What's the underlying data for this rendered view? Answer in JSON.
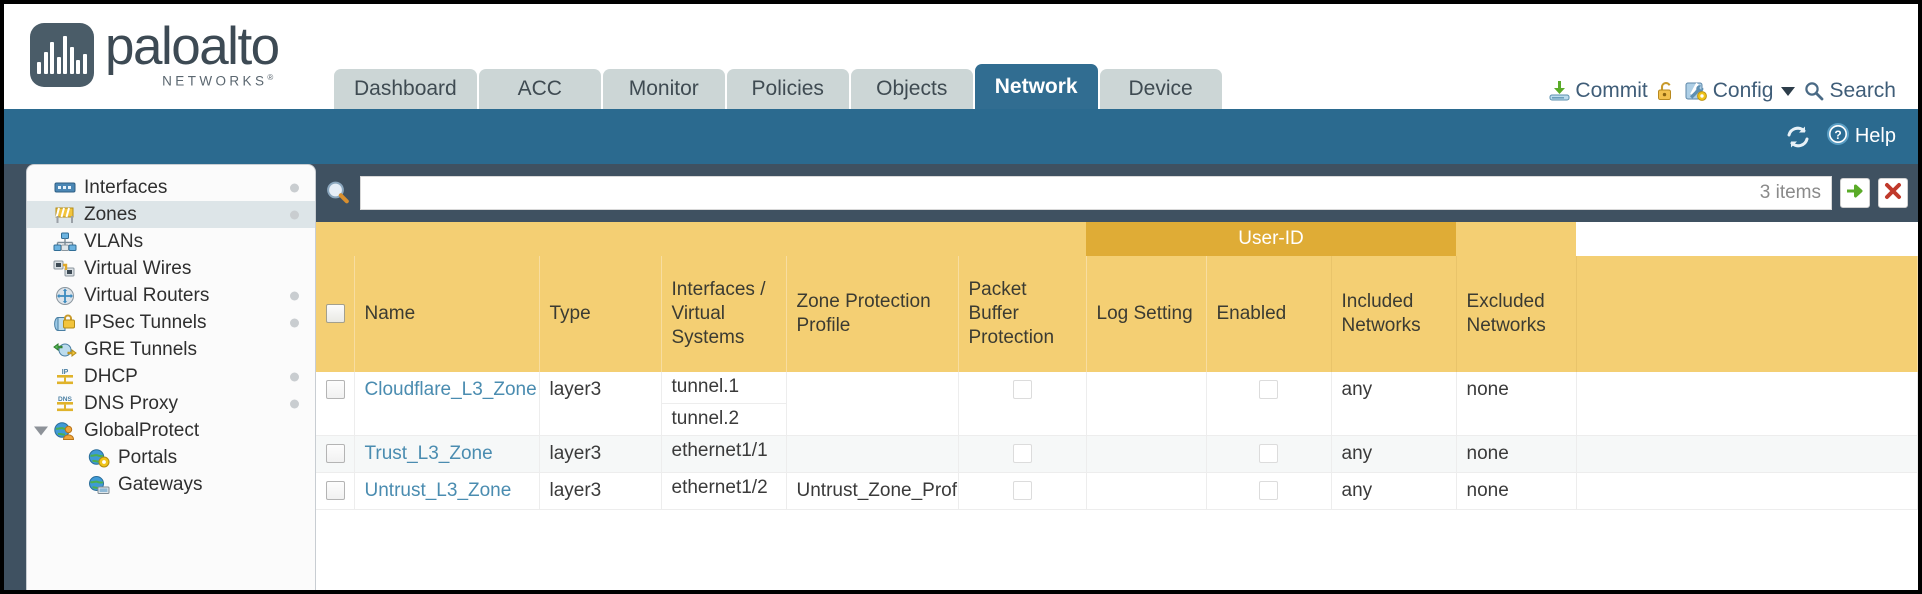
{
  "brand": {
    "name": "paloalto",
    "sub": "NETWORKS",
    "sub_mark": "®",
    "logo_icon": "paloalto-logo-icon"
  },
  "tabs": [
    {
      "label": "Dashboard",
      "active": false
    },
    {
      "label": "ACC",
      "active": false
    },
    {
      "label": "Monitor",
      "active": false
    },
    {
      "label": "Policies",
      "active": false
    },
    {
      "label": "Objects",
      "active": false
    },
    {
      "label": "Network",
      "active": true
    },
    {
      "label": "Device",
      "active": false
    }
  ],
  "top_actions": {
    "commit": {
      "label": "Commit",
      "icon": "commit-icon"
    },
    "lock": {
      "label": "",
      "icon": "lock-icon"
    },
    "config": {
      "label": "Config",
      "icon": "config-icon",
      "caret": "chevron-down-icon"
    },
    "search": {
      "label": "Search",
      "icon": "search-icon"
    }
  },
  "bluebar": {
    "refresh_icon": "refresh-icon",
    "help_icon": "help-icon",
    "help_label": "Help"
  },
  "sidebar": {
    "items": [
      {
        "label": "Interfaces",
        "icon": "interfaces-icon",
        "selected": false,
        "dot": true,
        "child": false,
        "twisty": false
      },
      {
        "label": "Zones",
        "icon": "zones-icon",
        "selected": true,
        "dot": true,
        "child": false,
        "twisty": false
      },
      {
        "label": "VLANs",
        "icon": "vlans-icon",
        "selected": false,
        "dot": false,
        "child": false,
        "twisty": false
      },
      {
        "label": "Virtual Wires",
        "icon": "virtual-wires-icon",
        "selected": false,
        "dot": false,
        "child": false,
        "twisty": false
      },
      {
        "label": "Virtual Routers",
        "icon": "virtual-routers-icon",
        "selected": false,
        "dot": true,
        "child": false,
        "twisty": false
      },
      {
        "label": "IPSec Tunnels",
        "icon": "ipsec-tunnels-icon",
        "selected": false,
        "dot": true,
        "child": false,
        "twisty": false
      },
      {
        "label": "GRE Tunnels",
        "icon": "gre-tunnels-icon",
        "selected": false,
        "dot": false,
        "child": false,
        "twisty": false
      },
      {
        "label": "DHCP",
        "icon": "dhcp-icon",
        "selected": false,
        "dot": true,
        "child": false,
        "twisty": false
      },
      {
        "label": "DNS Proxy",
        "icon": "dns-proxy-icon",
        "selected": false,
        "dot": true,
        "child": false,
        "twisty": false
      },
      {
        "label": "GlobalProtect",
        "icon": "globalprotect-icon",
        "selected": false,
        "dot": false,
        "child": false,
        "twisty": true
      },
      {
        "label": "Portals",
        "icon": "portals-icon",
        "selected": false,
        "dot": false,
        "child": true,
        "twisty": false
      },
      {
        "label": "Gateways",
        "icon": "gateways-icon",
        "selected": false,
        "dot": false,
        "child": true,
        "twisty": false
      }
    ]
  },
  "search": {
    "icon": "search-icon",
    "value": "",
    "placeholder": "",
    "item_count": "3 items",
    "apply_icon": "apply-arrow-icon",
    "clear_icon": "clear-x-icon"
  },
  "table": {
    "group_header": {
      "label": "User-ID",
      "span": 3
    },
    "columns": [
      "Name",
      "Type",
      "Interfaces / Virtual Systems",
      "Zone Protection Profile",
      "Packet Buffer Protection",
      "Log Setting",
      "Enabled",
      "Included Networks",
      "Excluded Networks"
    ],
    "rows": [
      {
        "selected": false,
        "name": "Cloudflare_L3_Zone",
        "type": "layer3",
        "interfaces": [
          "tunnel.1",
          "tunnel.2"
        ],
        "zone_protection_profile": "",
        "packet_buffer_protection": false,
        "log_setting": "",
        "userid_enabled": false,
        "included_networks": "any",
        "excluded_networks": "none"
      },
      {
        "selected": false,
        "name": "Trust_L3_Zone",
        "type": "layer3",
        "interfaces": [
          "ethernet1/1"
        ],
        "zone_protection_profile": "",
        "packet_buffer_protection": false,
        "log_setting": "",
        "userid_enabled": false,
        "included_networks": "any",
        "excluded_networks": "none"
      },
      {
        "selected": false,
        "name": "Untrust_L3_Zone",
        "type": "layer3",
        "interfaces": [
          "ethernet1/2"
        ],
        "zone_protection_profile": "Untrust_Zone_Prof",
        "packet_buffer_protection": false,
        "log_setting": "",
        "userid_enabled": false,
        "included_networks": "any",
        "excluded_networks": "none"
      }
    ]
  },
  "colors": {
    "brand_blue": "#2b6a8f",
    "tab_active": "#316d91",
    "tab_inactive": "#ccd6d6",
    "header_yellow": "#f4cf73",
    "group_header_yellow": "#dfac36",
    "body_backdrop": "#3f5161",
    "link_blue": "#4a8cb0"
  }
}
